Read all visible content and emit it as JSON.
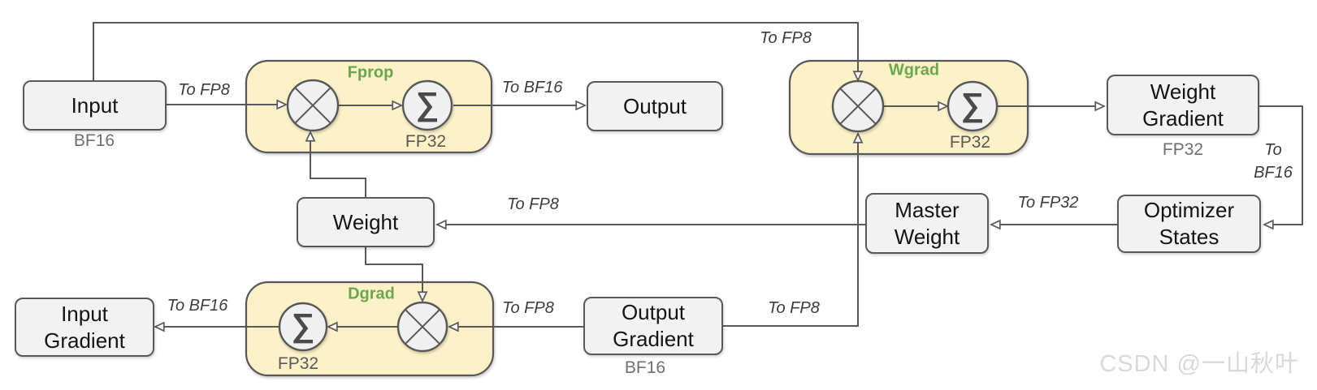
{
  "colors": {
    "block_fill": "#fdf1c7",
    "node_fill": "#f2f2f2",
    "stroke": "#595959",
    "accent_green": "#6aa84f",
    "label_gray": "#6e6e6e",
    "watermark_gray": "#d9d9d9"
  },
  "diagram": {
    "nodes": {
      "input": {
        "label": "Input",
        "caption": "BF16"
      },
      "output": {
        "label": "Output"
      },
      "weight": {
        "label": "Weight"
      },
      "master_weight": {
        "label": "Master\nWeight"
      },
      "optimizer_states": {
        "label": "Optimizer\nStates"
      },
      "weight_gradient": {
        "label": "Weight\nGradient",
        "caption": "FP32"
      },
      "input_gradient": {
        "label": "Input\nGradient"
      },
      "output_gradient": {
        "label": "Output\nGradient",
        "caption": "BF16"
      }
    },
    "blocks": {
      "fprop": {
        "title": "Fprop",
        "precision": "FP32"
      },
      "wgrad": {
        "title": "Wgrad",
        "precision": "FP32"
      },
      "dgrad": {
        "title": "Dgrad",
        "precision": "FP32"
      }
    },
    "glyphs": {
      "sum": "∑"
    },
    "edge_labels": {
      "input_to_fprop": "To FP8",
      "fprop_to_output": "To BF16",
      "input_to_wgrad": "To FP8",
      "master_weight_to_weight": "To FP8",
      "optimizer_to_master_weight": "To FP32",
      "weight_gradient_to_optimizer": "To\nBF16",
      "output_gradient_to_wgrad": "To FP8",
      "output_gradient_to_dgrad": "To FP8",
      "dgrad_to_input_gradient": "To BF16"
    },
    "watermark": "CSDN @一山秋叶"
  }
}
